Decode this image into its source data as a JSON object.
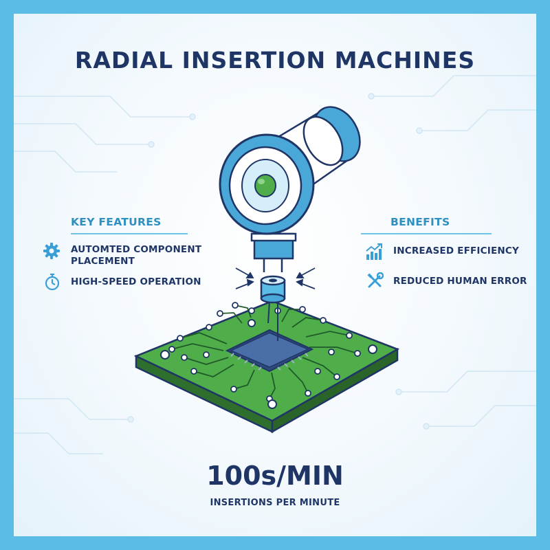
{
  "title": "RADIAL INSERTION MACHINES",
  "key_features": {
    "heading": "KEY FEATURES",
    "items": [
      {
        "line1": "AUTOMTED COMPONENT",
        "line2": "PLACEMENT",
        "icon": "gear-icon"
      },
      {
        "line1": "HIGH-SPEED OPERATION",
        "line2": "",
        "icon": "stopwatch-icon"
      }
    ]
  },
  "benefits": {
    "heading": "BENEFITS",
    "items": [
      {
        "label": "INCREASED EFFICIENCY",
        "icon": "growth-chart-icon"
      },
      {
        "label": "REDUCED HUMAN ERROR",
        "icon": "tools-icon"
      }
    ]
  },
  "stat": {
    "value": "100s/MIN",
    "label": "INSERTIONS PER MINUTE"
  },
  "colors": {
    "border": "#5bbde6",
    "navy": "#1f3566",
    "accent_blue": "#4aa8d8",
    "board_green": "#4fae4a",
    "chip_blue": "#3e5f94"
  }
}
